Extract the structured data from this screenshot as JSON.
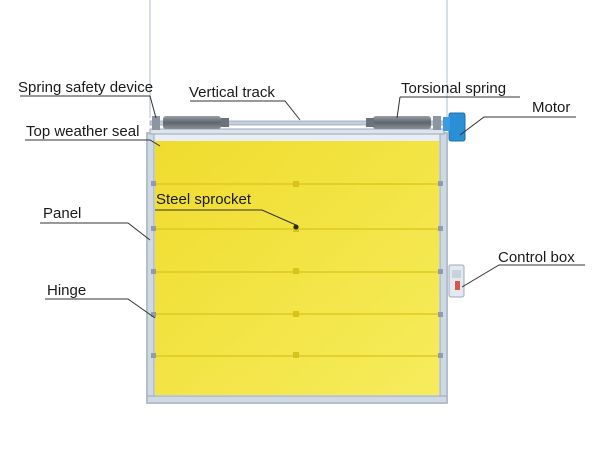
{
  "labels": {
    "spring_safety_device": "Spring safety device",
    "vertical_track": "Vertical track",
    "torsional_spring": "Torsional spring",
    "motor": "Motor",
    "top_weather_seal": "Top weather seal",
    "steel_sprocket": "Steel sprocket",
    "panel": "Panel",
    "control_box": "Control box",
    "hinge": "Hinge"
  },
  "colors": {
    "door_panel": "#f2e23a",
    "frame": "#b8c6d6",
    "spring": "#7a8088",
    "motor": "#2b8fd6",
    "control_box_accent": "#d9534f"
  }
}
